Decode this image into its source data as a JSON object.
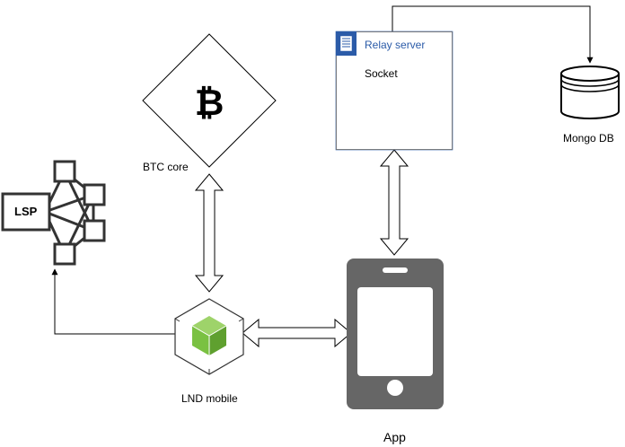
{
  "nodes": {
    "btc_core": {
      "label": "BTC core",
      "icon": "bitcoin-icon",
      "symbol": "₿"
    },
    "relay_server": {
      "title": "Relay server",
      "content": "Socket",
      "icon": "server-icon"
    },
    "mongo_db": {
      "label": "Mongo DB",
      "icon": "database-icon"
    },
    "lsp": {
      "label": "LSP",
      "icon": "network-hub-icon"
    },
    "lnd_mobile": {
      "label": "LND mobile",
      "icon": "node-cube-icon"
    },
    "app": {
      "label": "App",
      "icon": "smartphone-icon"
    }
  },
  "edges": [
    {
      "from": "relay_server",
      "to": "mongo_db",
      "kind": "single-arrow"
    },
    {
      "from": "btc_core",
      "to": "lnd_mobile",
      "kind": "double-arrow"
    },
    {
      "from": "relay_server",
      "to": "app",
      "kind": "double-arrow"
    },
    {
      "from": "lnd_mobile",
      "to": "app",
      "kind": "double-arrow"
    },
    {
      "from": "lnd_mobile",
      "to": "lsp",
      "kind": "single-arrow"
    }
  ],
  "colors": {
    "relay_header": "#2b5ba8",
    "phone_body": "#666666",
    "phone_screen": "#ffffff",
    "cube_green": "#7ac142",
    "icon_dark": "#333333"
  }
}
